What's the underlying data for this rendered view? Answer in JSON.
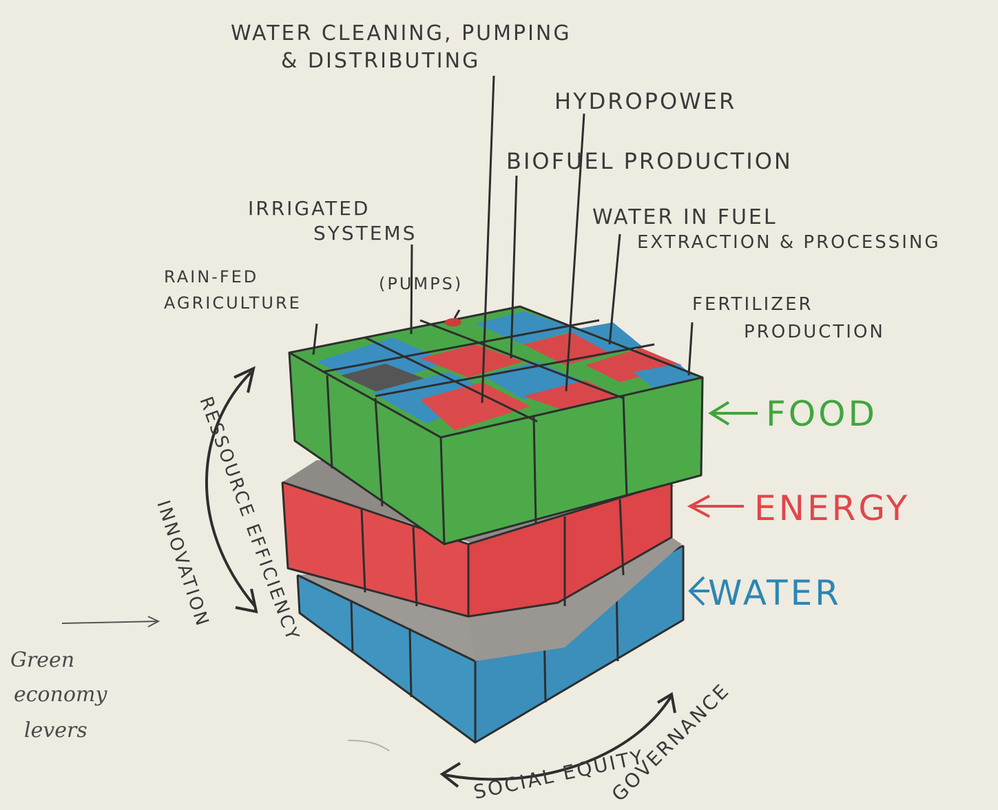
{
  "labels": {
    "water_cleaning_line1": "WATER CLEANING, PUMPING",
    "water_cleaning_line2": "& DISTRIBUTING",
    "hydropower": "HYDROPOWER",
    "biofuel": "BIOFUEL PRODUCTION",
    "irrigated_line1": "IRRIGATED",
    "irrigated_line2": "SYSTEMS",
    "pumps": "(PUMPS)",
    "water_in_fuel_line1": "WATER IN FUEL",
    "water_in_fuel_line2": "EXTRACTION & PROCESSING",
    "rain_fed_line1": "RAIN-FED",
    "rain_fed_line2": "AGRICULTURE",
    "fertilizer_line1": "FERTILIZER",
    "fertilizer_line2": "PRODUCTION"
  },
  "layers": {
    "food": "FOOD",
    "energy": "ENERGY",
    "water": "WATER"
  },
  "levers": {
    "left_arc_line1": "RESSOURCE EFFICIENCY",
    "left_arc_line2": "INNOVATION",
    "bottom_arc_line1": "SOCIAL EQUITY",
    "bottom_arc_line2": "GOVERNANCE",
    "green_line1": "Green",
    "green_line2": "economy",
    "green_line3": "levers"
  },
  "colors": {
    "food": "#3fa63c",
    "energy": "#e0464a",
    "water": "#2c86b4",
    "pencil": "#2e2e2e"
  }
}
